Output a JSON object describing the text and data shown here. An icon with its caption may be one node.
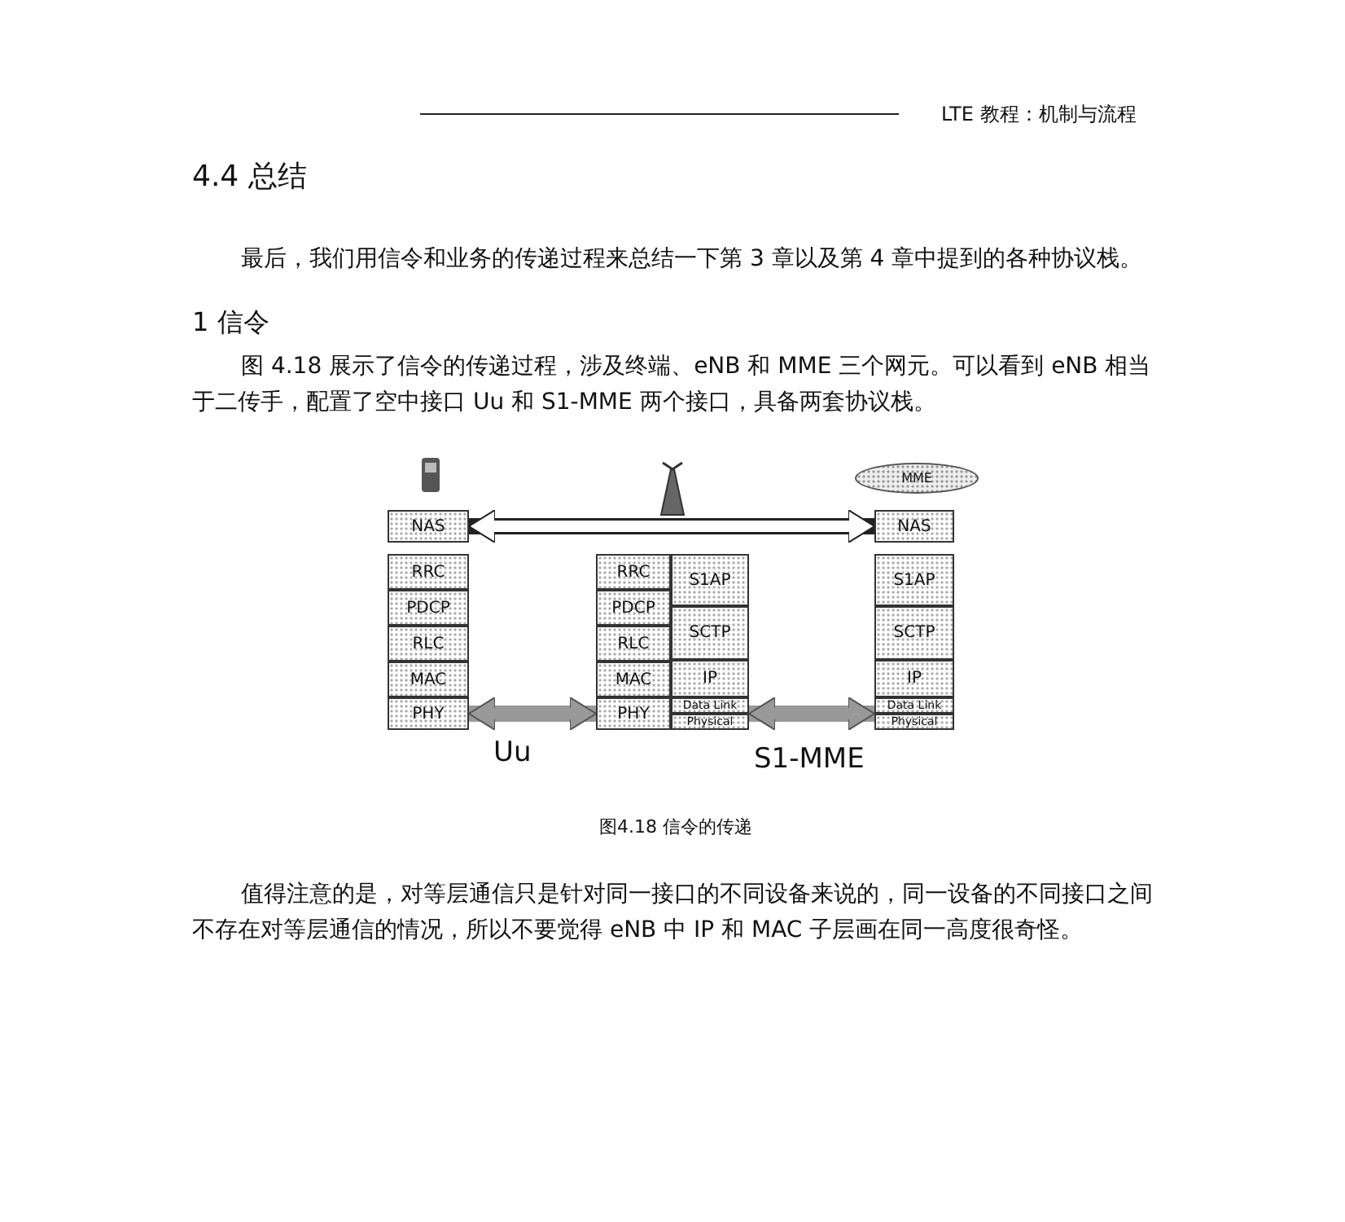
{
  "diagram": {
    "title": "4.4 总结",
    "caption": "图4.18 信令的传递",
    "nodes": [
      {
        "text": [
          "MME"
        ]
      },
      {
        "text": [
          "NAS"
        ]
      },
      {
        "text": [
          "RRC"
        ]
      },
      {
        "text": [
          "PDCP"
        ]
      },
      {
        "text": [
          "RLC"
        ]
      },
      {
        "text": [
          "MAC"
        ]
      },
      {
        "text": [
          "PHY"
        ]
      },
      {
        "text": [
          "RRC"
        ]
      },
      {
        "text": [
          "PDCP"
        ]
      },
      {
        "text": [
          "RLC"
        ]
      },
      {
        "text": [
          "MAC"
        ]
      },
      {
        "text": [
          "PHY"
        ]
      },
      {
        "text": [
          "S1AP"
        ]
      },
      {
        "text": [
          "SCTP"
        ]
      },
      {
        "text": [
          "IP"
        ]
      },
      {
        "text": [
          "Data Link"
        ]
      },
      {
        "text": [
          "Physical"
        ]
      },
      {
        "text": [
          "NAS"
        ]
      },
      {
        "text": [
          "S1AP"
        ]
      },
      {
        "text": [
          "SCTP"
        ]
      },
      {
        "text": [
          "IP"
        ]
      },
      {
        "text": [
          "Data Link"
        ]
      },
      {
        "text": [
          "Physical"
        ]
      }
    ],
    "edges": [
      {
        "from": 1,
        "to": 17,
        "arrow": "both",
        "color": "#222222"
      },
      {
        "from": 6,
        "to": 11,
        "arrow": "both"
      },
      {
        "from": 15,
        "to": 21,
        "arrow": "both"
      }
    ],
    "labels": [
      "LTE 教程：机制与流程",
      "最后，我们用信令和业务的传递过程来总结一下第 3 章以及第 4 章中提到的各种协议栈。",
      "1 信令",
      "图 4.18 展示了信令的传递过程，涉及终端、eNB 和 MME 三个网元。可以看到 eNB 相当于二传手，配置了空中接口 Uu 和 S1-MME 两个接口，具备两套协议栈。",
      "Uu",
      "S1-MME",
      "值得注意的是，对等层通信只是针对同一接口的不同设备来说的，同一设备的不同接口之间不存在对等层通信的情况，所以不要觉得 eNB 中 IP 和 MAC 子层画在同一高度很奇怪。"
    ]
  }
}
